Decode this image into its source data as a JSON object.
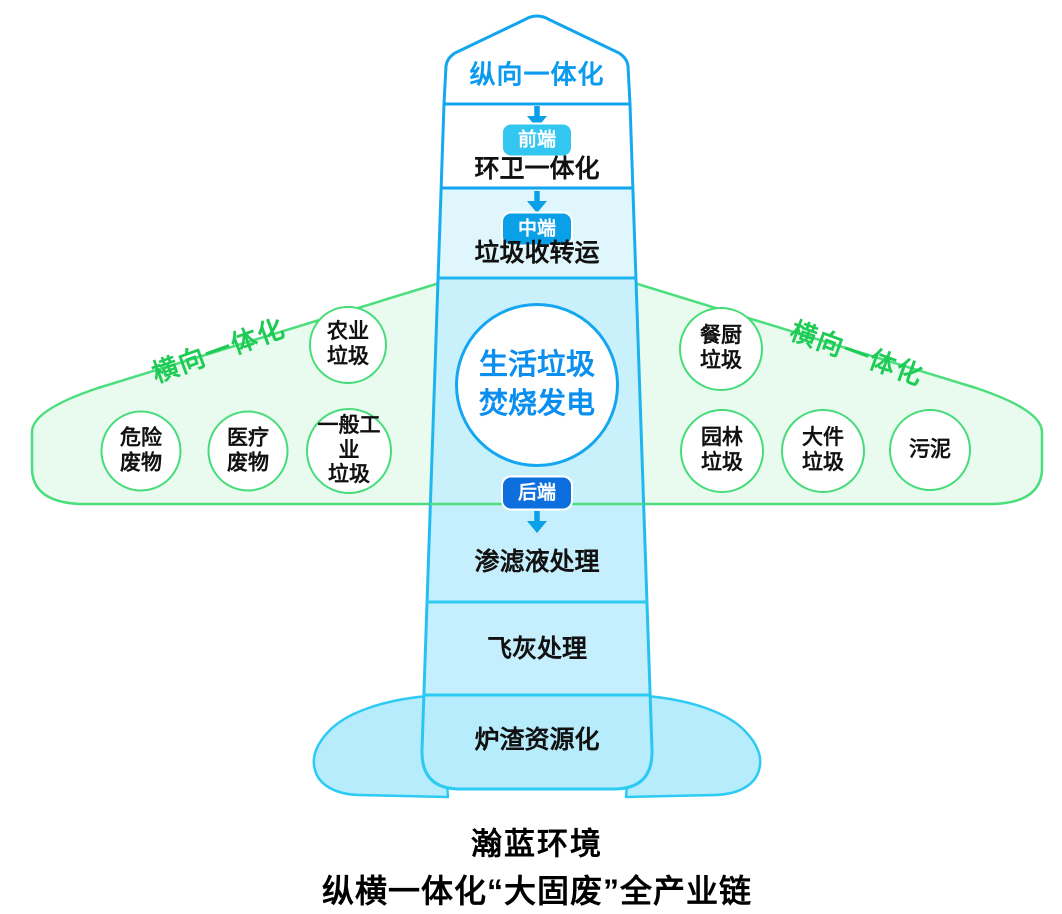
{
  "fuselage": {
    "nose_label": "纵向一体化",
    "front_badge": "前端",
    "front_label": "环卫一体化",
    "mid_badge": "中端",
    "mid_label": "垃圾收转运",
    "core_label": "生活垃圾\n焚烧发电",
    "back_badge": "后端",
    "back_sections": [
      "渗滤液处理",
      "飞灰处理",
      "炉渣资源化"
    ]
  },
  "wings": {
    "left_label": "横向一体化",
    "right_label": "横向一体化",
    "left_items": [
      "农业\n垃圾",
      "危险\n废物",
      "医疗\n废物",
      "一般工业\n垃圾"
    ],
    "right_items": [
      "餐厨\n垃圾",
      "园林\n垃圾",
      "大件\n垃圾",
      "污泥"
    ]
  },
  "title": {
    "line1": "瀚蓝环境",
    "line2": "纵横一体化“大固废”全产业链"
  },
  "colors": {
    "blue_text": "#0a9af0",
    "arrow_blue": "#0aa0e8",
    "badge_front_bg": "#33c6f1",
    "badge_mid_bg": "#0aa0e8",
    "badge_back_bg": "#0c6fdd",
    "fuselage_border_top": "#12a4ee",
    "fuselage_border_bottom": "#2dcaf3",
    "fuselage_fill_mid": "#c9f1fc",
    "fuselage_fill_tail": "#b6ecfc",
    "wing_fill": "#e9faef",
    "wing_border_green": "#4ade7c",
    "green_text": "#1ecb55"
  }
}
